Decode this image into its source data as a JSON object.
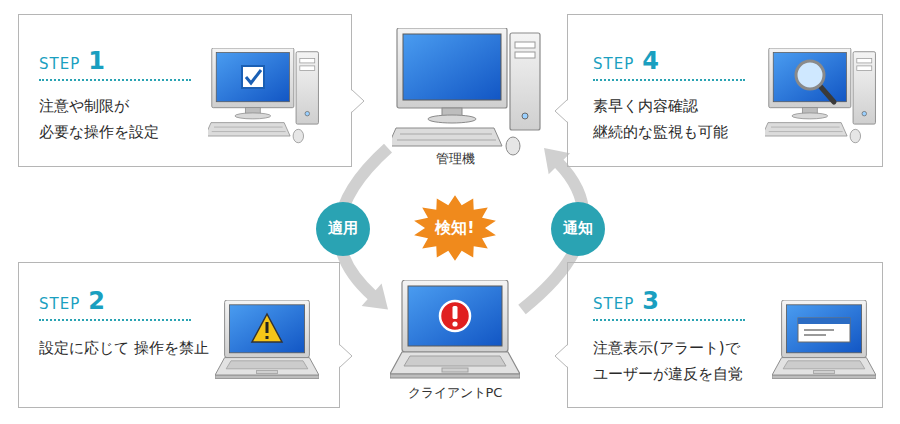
{
  "diagram": {
    "nodes": [
      {
        "text": [
          "STEP",
          "1",
          "注意や制限が 必要な操作を設定"
        ]
      },
      {
        "text": [
          "管理機"
        ]
      },
      {
        "text": [
          "STEP",
          "4",
          "素早く内容確認 継続的な監視も可能"
        ]
      },
      {
        "text": [
          "STEP",
          "2",
          "設定に応じて 操作を禁止"
        ]
      },
      {
        "text": [
          "クライアントPC"
        ]
      },
      {
        "text": [
          "STEP",
          "3",
          "注意表示(アラート)で ユーザーが違反を自覚"
        ]
      }
    ],
    "edges": [
      {
        "from": 1,
        "to": 4,
        "label": "適用",
        "arrow": "to"
      },
      {
        "from": 4,
        "to": 1,
        "label": "通知",
        "arrow": "to"
      }
    ],
    "labels": [
      "検知!"
    ]
  }
}
